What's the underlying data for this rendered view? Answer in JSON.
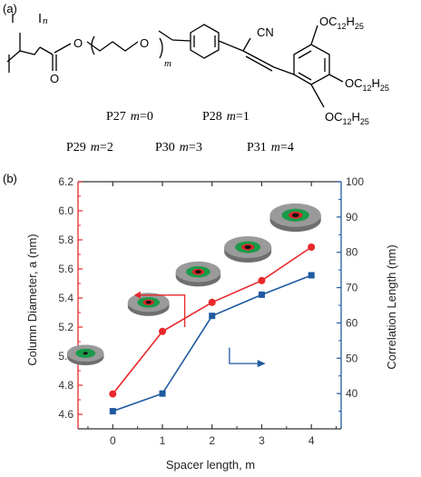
{
  "panel_a": {
    "label": "(a)",
    "backbone_subscript": "n",
    "spacer_subscript": "m",
    "cyano": "CN",
    "alkoxy": [
      {
        "prefix": "OC",
        "sub1": "12",
        "mid": "H",
        "sub2": "25"
      },
      {
        "prefix": "OC",
        "sub1": "12",
        "mid": "H",
        "sub2": "25"
      },
      {
        "prefix": "OC",
        "sub1": "12",
        "mid": "H",
        "sub2": "25"
      }
    ],
    "polymers": [
      {
        "name": "P27",
        "var": "m",
        "value": "=0"
      },
      {
        "name": "P28",
        "var": "m",
        "value": "=1"
      },
      {
        "name": "P29",
        "var": "m",
        "value": "=2"
      },
      {
        "name": "P30",
        "var": "m",
        "value": "=3"
      },
      {
        "name": "P31",
        "var": "m",
        "value": "=4"
      }
    ]
  },
  "panel_b_label": "(b)",
  "colors": {
    "red": "#e8282b",
    "blue": "#1f5aa0",
    "disk": "#9a9a9a",
    "green": "#1b9a4a",
    "core_red": "#d9262b"
  },
  "chart_data": {
    "type": "line",
    "xlabel": "Spacer length, m",
    "ylabel_left": "Column Diameter, a (nm)",
    "ylabel_right": "Correlation Length (nm)",
    "x": [
      0,
      1,
      2,
      3,
      4
    ],
    "xticks": [
      "0",
      "1",
      "2",
      "3",
      "4"
    ],
    "xlim": [
      -0.7,
      4.6
    ],
    "ylim_left": [
      4.5,
      6.2
    ],
    "ylim_right": [
      30,
      100
    ],
    "yticks_left": [
      "4.6",
      "4.8",
      "5.0",
      "5.2",
      "5.4",
      "5.6",
      "5.8",
      "6.0",
      "6.2"
    ],
    "yticks_right": [
      "40",
      "50",
      "60",
      "70",
      "80",
      "90",
      "100"
    ],
    "grid": false,
    "series": [
      {
        "axis": "left",
        "color": "#e8282b",
        "marker": "circle",
        "values": [
          4.74,
          5.17,
          5.37,
          5.52,
          5.75
        ]
      },
      {
        "axis": "right",
        "color": "#1f5aa0",
        "marker": "square",
        "values": [
          35,
          40,
          62,
          68,
          73.5
        ]
      }
    ]
  }
}
